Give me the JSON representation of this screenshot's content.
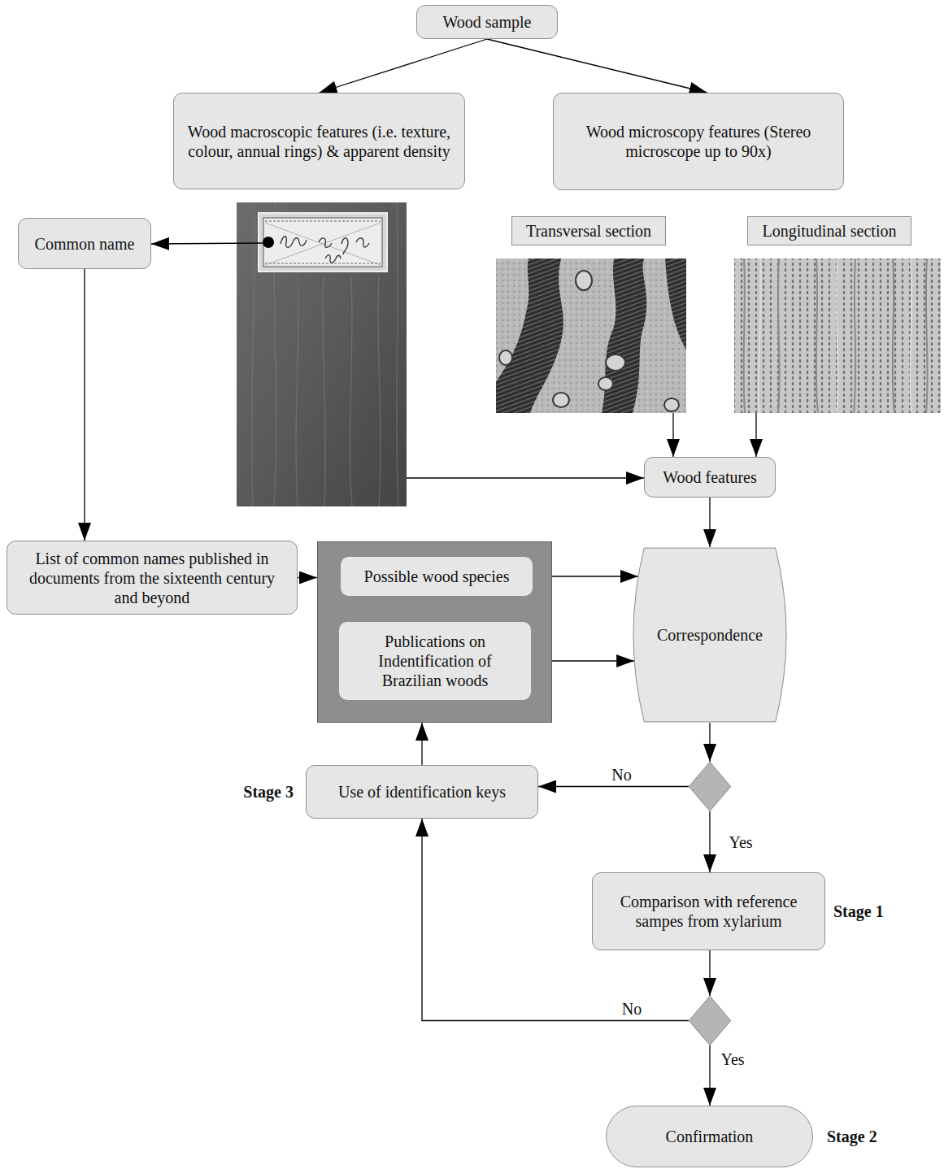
{
  "diagram": {
    "nodes": [
      {
        "text": [
          "Wood sample"
        ]
      },
      {
        "text": [
          "Wood macroscopic features (i.e. texture, colour, annual rings) & apparent density"
        ]
      },
      {
        "text": [
          "Wood microscopy features (Stereo microscope up to 90x)"
        ]
      },
      {
        "text": [
          "Common name"
        ]
      },
      {
        "text": [
          "Transversal section"
        ]
      },
      {
        "text": [
          "Longitudinal section"
        ]
      },
      {
        "text": [
          "Wood features"
        ]
      },
      {
        "text": [
          "List of common names published in documents from the sixteenth century and beyond"
        ]
      },
      {
        "text": []
      },
      {
        "text": [
          "Possible wood species"
        ],
        "in": 8
      },
      {
        "text": [
          "Publications on Indentification of Brazilian woods"
        ],
        "in": 8
      },
      {
        "text": [
          "Correspondence"
        ]
      },
      {
        "text": []
      },
      {
        "text": [
          "Stage 3",
          "Use of identification keys"
        ]
      },
      {
        "text": [
          "Comparison with reference sampes from xylarium",
          "Stage 1"
        ]
      },
      {
        "text": []
      },
      {
        "text": [
          "Confirmation",
          "Stage 2"
        ]
      }
    ],
    "edges": [
      {
        "from": 0,
        "to": 1,
        "arrow": "to"
      },
      {
        "from": 0,
        "to": 2,
        "arrow": "to"
      },
      {
        "from": 3,
        "to": 7,
        "arrow": "to"
      },
      {
        "from": 7,
        "to": 8,
        "arrow": "to"
      },
      {
        "from": 9,
        "to": 11,
        "arrow": "to"
      },
      {
        "from": 10,
        "to": 11,
        "arrow": "to"
      },
      {
        "from": 6,
        "to": 11,
        "arrow": "to"
      },
      {
        "from": 11,
        "to": 12,
        "arrow": "to"
      },
      {
        "from": 12,
        "to": 13,
        "label": "No",
        "arrow": "to"
      },
      {
        "from": 12,
        "to": 14,
        "label": "Yes",
        "arrow": "to"
      },
      {
        "from": 13,
        "to": 8,
        "arrow": "to"
      },
      {
        "from": 14,
        "to": 15,
        "arrow": "to"
      },
      {
        "from": 15,
        "to": 13,
        "label": "No",
        "arrow": "to"
      },
      {
        "from": 15,
        "to": 16,
        "label": "Yes",
        "arrow": "to"
      }
    ]
  }
}
